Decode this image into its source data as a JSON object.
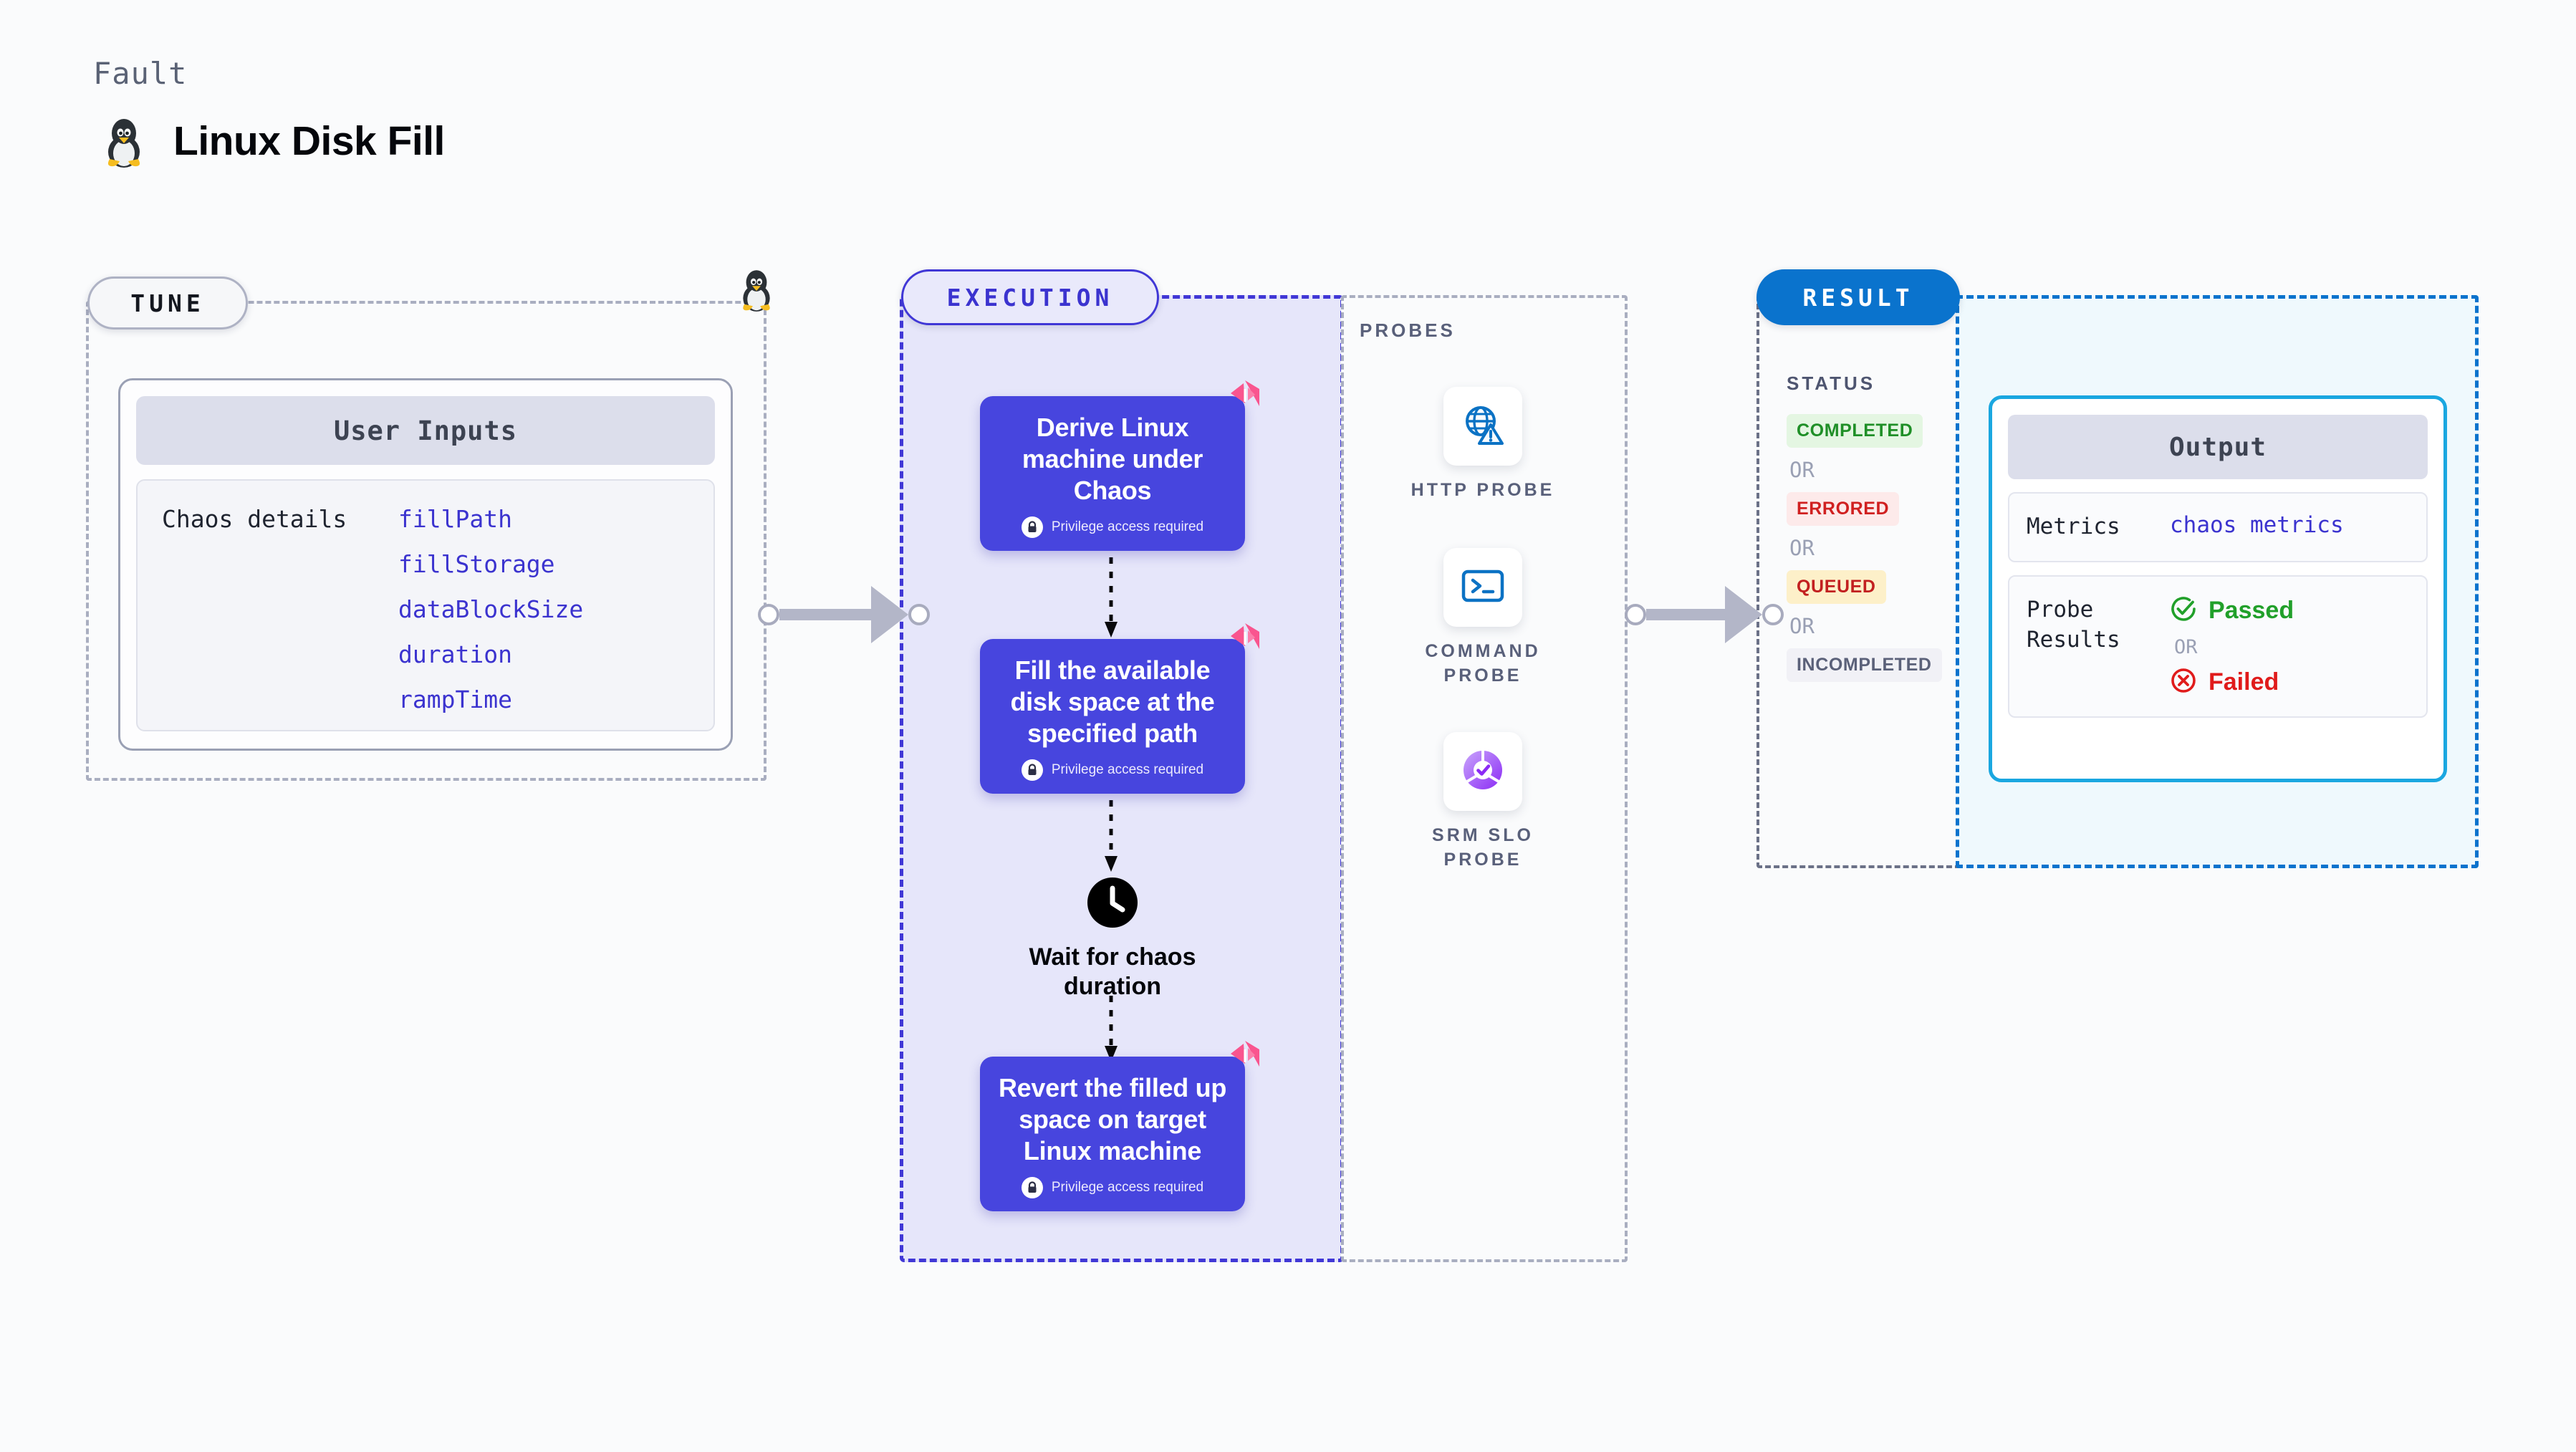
{
  "header": {
    "kicker": "Fault",
    "title": "Linux Disk Fill",
    "logo_icon": "linux-penguin-icon"
  },
  "tune": {
    "pill_label": "TUNE",
    "card_header": "User Inputs",
    "row_label": "Chaos details",
    "fields": [
      "fillPath",
      "fillStorage",
      "dataBlockSize",
      "duration",
      "rampTime"
    ],
    "border_icon": "linux-penguin-icon"
  },
  "execution": {
    "pill_label": "EXECUTION",
    "steps": [
      {
        "title": "Derive Linux machine under Chaos",
        "privilege": "Privilege access required",
        "privilege_icon": "lock-icon",
        "badge_icon": "fault-badge-icon"
      },
      {
        "title": "Fill the available disk space at the specified path",
        "privilege": "Privilege access required",
        "privilege_icon": "lock-icon",
        "badge_icon": "fault-badge-icon"
      },
      {
        "title": "Revert the filled up space on target Linux machine",
        "privilege": "Privilege access required",
        "privilege_icon": "lock-icon",
        "badge_icon": "fault-badge-icon"
      }
    ],
    "wait_node": {
      "icon": "clock-icon",
      "label": "Wait for chaos duration"
    }
  },
  "probes": {
    "title": "PROBES",
    "items": [
      {
        "label": "HTTP PROBE",
        "icon": "globe-warning-icon"
      },
      {
        "label": "COMMAND PROBE",
        "icon": "terminal-icon"
      },
      {
        "label": "SRM SLO PROBE",
        "icon": "slo-donut-check-icon"
      }
    ]
  },
  "result": {
    "pill_label": "RESULT",
    "status_title": "STATUS",
    "or_label": "OR",
    "statuses": [
      {
        "label": "COMPLETED",
        "bg": "#e4f6e2",
        "fg": "#1f8f27"
      },
      {
        "label": "ERRORED",
        "bg": "#fdeaea",
        "fg": "#d02020"
      },
      {
        "label": "QUEUED",
        "bg": "#fdf0c9",
        "fg": "#c22020"
      },
      {
        "label": "INCOMPLETED",
        "bg": "#f1f1f6",
        "fg": "#5b6179"
      }
    ],
    "output": {
      "header": "Output",
      "metrics_key": "Metrics",
      "metrics_value": "chaos metrics",
      "probe_results_key": "Probe Results",
      "passed_label": "Passed",
      "passed_icon": "check-circle-icon",
      "failed_label": "Failed",
      "failed_icon": "x-circle-icon",
      "or_label": "OR"
    }
  },
  "colors": {
    "brand_indigo": "#4745de",
    "result_blue": "#0a73cd",
    "output_cyan": "#1aa7e0",
    "fault_pink": "#f9558f",
    "pass_green": "#21a02a",
    "fail_red": "#e01b1b"
  }
}
